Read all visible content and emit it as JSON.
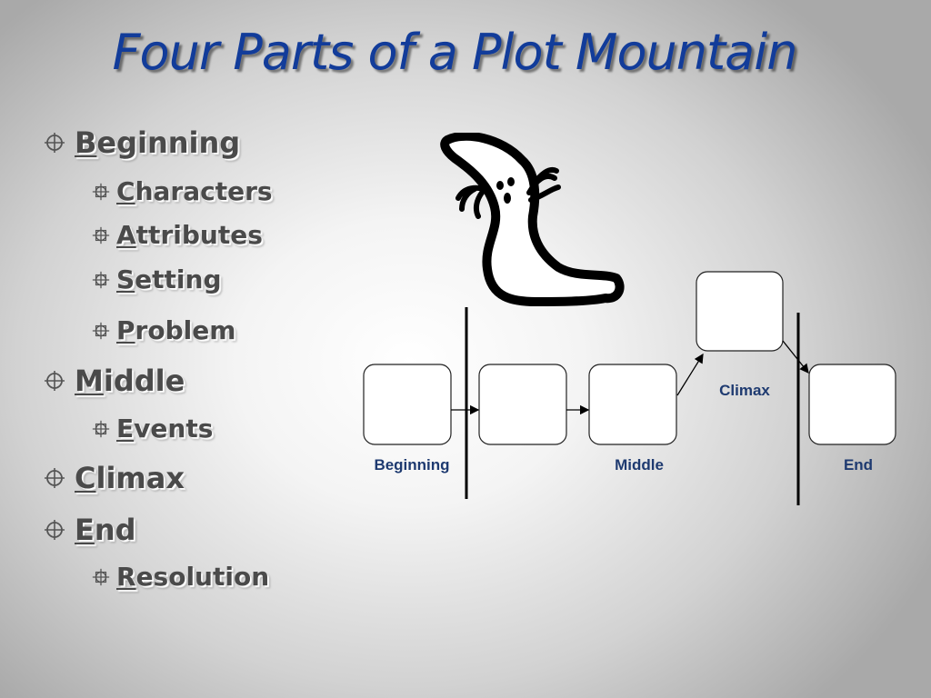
{
  "slide": {
    "title": "Four Parts of a Plot Mountain"
  },
  "bullets": [
    {
      "level": 1,
      "first": "B",
      "rest": "eginning"
    },
    {
      "level": 2,
      "first": "C",
      "rest": "haracters"
    },
    {
      "level": 2,
      "first": "A",
      "rest": "ttributes"
    },
    {
      "level": 2,
      "first": "S",
      "rest": "etting"
    },
    {
      "level": 2,
      "first": "P",
      "rest": "roblem"
    },
    {
      "level": 1,
      "first": "M",
      "rest": "iddle"
    },
    {
      "level": 2,
      "first": "E",
      "rest": "vents"
    },
    {
      "level": 1,
      "first": "C",
      "rest": "limax"
    },
    {
      "level": 1,
      "first": "E",
      "rest": "nd"
    },
    {
      "level": 2,
      "first": "R",
      "rest": "esolution"
    }
  ],
  "diagram": {
    "labels": {
      "beginning": "Beginning",
      "middle": "Middle",
      "climax": "Climax",
      "end": "End"
    }
  },
  "icons": {
    "bullet": "crosshair-bullet-icon",
    "illustration": "ghost-icon"
  },
  "colors": {
    "title": "#123c9a",
    "bullet_text": "#4a4a4a",
    "diagram_label": "#1e3a70"
  }
}
